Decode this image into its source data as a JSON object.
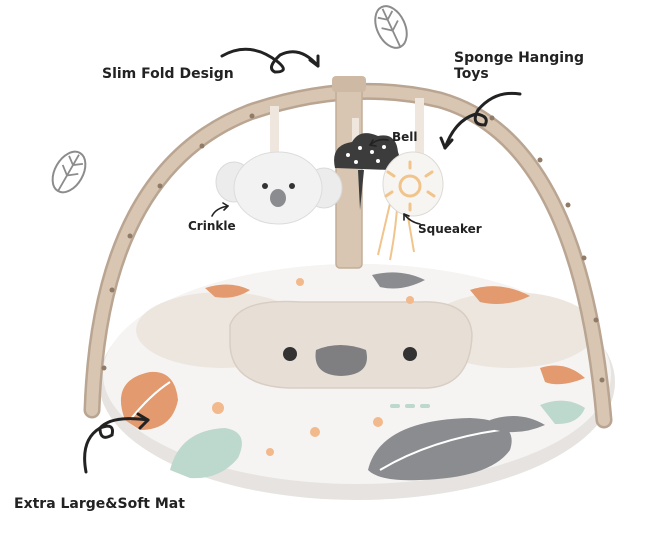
{
  "labels": {
    "slim_fold": "Slim Fold Design",
    "sponge_line1": "Sponge Hanging",
    "sponge_line2": "Toys",
    "bell": "Bell",
    "crinkle": "Crinkle",
    "squeaker": "Squeaker",
    "mat": "Extra Large&Soft Mat"
  },
  "icons": {
    "leaf_doodle": "leaf-doodle-icon",
    "arrow": "curved-arrow-icon"
  },
  "colors": {
    "wood": "#d8c6b2",
    "wood_dark": "#b9a591",
    "mat_fill": "#f6f4f2",
    "mat_edge": "#e4e1de",
    "koala_face": "#e7dfd6",
    "nose": "#7f7f81",
    "leaf_grey": "#8a8c90",
    "leaf_orange": "#e29a6e",
    "leaf_green": "#bdd8cd",
    "sun": "#f1c48b",
    "text": "#222222"
  }
}
